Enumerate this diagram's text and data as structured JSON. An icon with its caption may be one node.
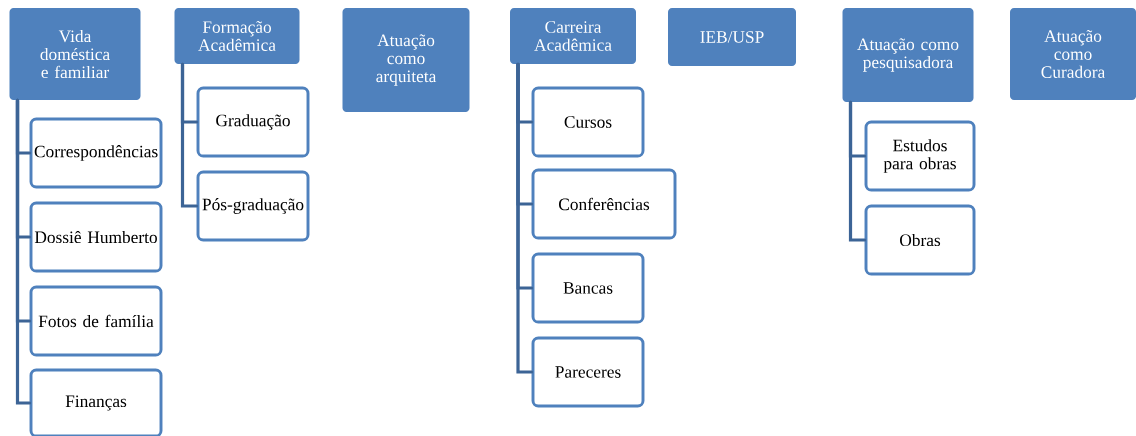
{
  "diagram": {
    "nodes": [
      {
        "text": [
          "Vida doméstica e familiar"
        ]
      },
      {
        "text": [
          "Correspondências"
        ]
      },
      {
        "text": [
          "Dossiê Humberto"
        ]
      },
      {
        "text": [
          "Fotos de família"
        ]
      },
      {
        "text": [
          "Finanças"
        ]
      },
      {
        "text": [
          "Formação Acadêmica"
        ]
      },
      {
        "text": [
          "Graduação"
        ]
      },
      {
        "text": [
          "Pós-graduação"
        ]
      },
      {
        "text": [
          "Atuação como arquiteta"
        ]
      },
      {
        "text": [
          "Carreira Acadêmica"
        ]
      },
      {
        "text": [
          "Cursos"
        ]
      },
      {
        "text": [
          "Conferências"
        ]
      },
      {
        "text": [
          "Bancas"
        ]
      },
      {
        "text": [
          "Pareceres"
        ]
      },
      {
        "text": [
          "IEB/USP"
        ]
      },
      {
        "text": [
          "Atuação como pesquisadora"
        ]
      },
      {
        "text": [
          "Estudos para obras"
        ]
      },
      {
        "text": [
          "Obras"
        ]
      },
      {
        "text": [
          "Atuação como Curadora"
        ]
      }
    ],
    "edges": [
      {
        "from": 0,
        "to": 1,
        "arrow": "none"
      },
      {
        "from": 0,
        "to": 2,
        "arrow": "none"
      },
      {
        "from": 0,
        "to": 3,
        "arrow": "none"
      },
      {
        "from": 0,
        "to": 4,
        "arrow": "none"
      },
      {
        "from": 5,
        "to": 6,
        "arrow": "none"
      },
      {
        "from": 5,
        "to": 7,
        "arrow": "none"
      },
      {
        "from": 9,
        "to": 10,
        "arrow": "none"
      },
      {
        "from": 9,
        "to": 11,
        "arrow": "none"
      },
      {
        "from": 9,
        "to": 12,
        "arrow": "none"
      },
      {
        "from": 9,
        "to": 13,
        "arrow": "none"
      },
      {
        "from": 15,
        "to": 16,
        "arrow": "none"
      },
      {
        "from": 15,
        "to": 17,
        "arrow": "none"
      }
    ]
  }
}
